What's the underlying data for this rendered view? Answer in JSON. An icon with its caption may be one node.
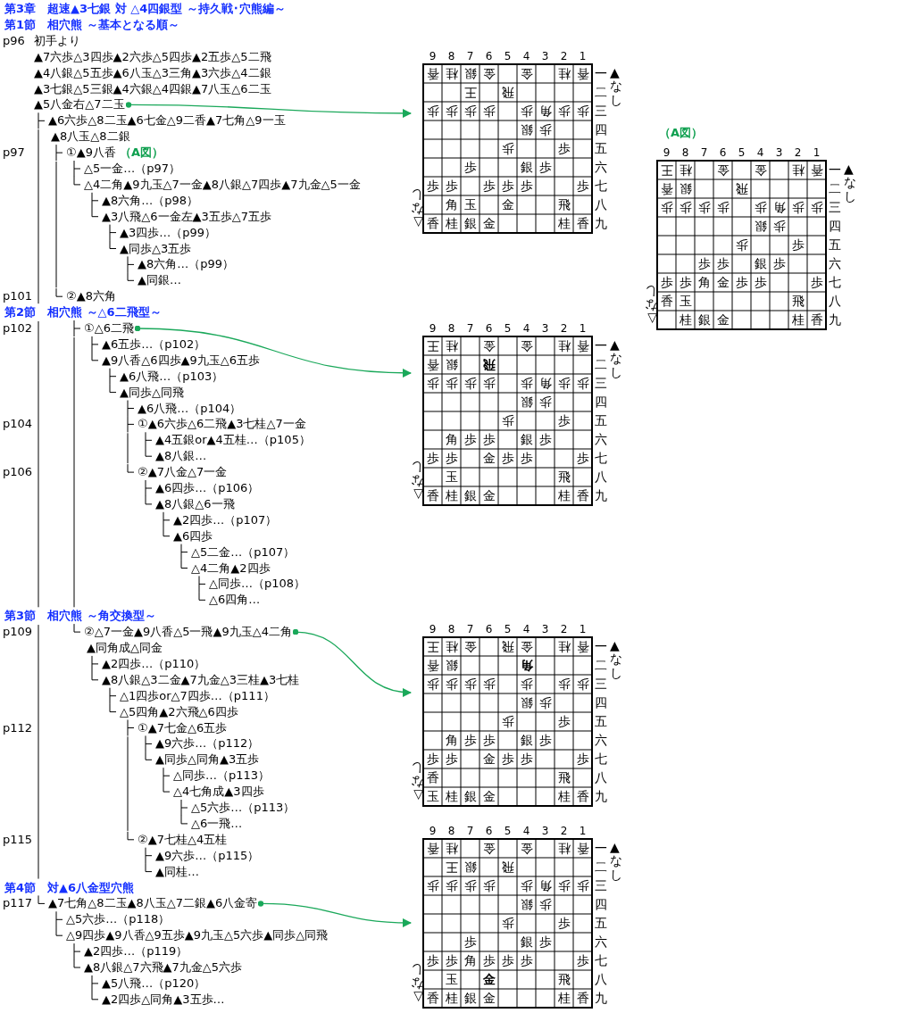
{
  "diagram": {
    "title": "第3章　超速▲3七銀 対 △4四銀型 ～持久戦･穴熊編～",
    "nodes": [
      {
        "text": [
          "▲5八金右△7二玉"
        ]
      },
      {
        "text": [
          "香桂銀金　金　桂香",
          "　　王　飛　　　　",
          "歩歩歩歩　歩角歩歩",
          "　　　　　銀歩　　",
          "　　　　歩　　歩　",
          "　　歩　　銀歩　　",
          "歩歩　歩歩歩　　歩",
          "　角玉　金　　飛　",
          "香桂銀金　　　桂香"
        ],
        "beside": [
          "9",
          "8",
          "7",
          "6",
          "5",
          "4",
          "3",
          "2",
          "1",
          "一",
          "二",
          "三",
          "四",
          "五",
          "六",
          "七",
          "八",
          "九",
          "▲なし",
          "△なし"
        ]
      },
      {
        "text": [
          "王桂　金　金　桂香",
          "香銀　　飛　　　　",
          "歩歩歩歩　歩角歩歩",
          "　　　　　銀歩　　",
          "　　　　歩　　歩　",
          "　　歩歩　銀歩　　",
          "歩歩角金歩歩　　歩",
          "香玉　　　　　飛　",
          "　桂銀金　　　桂香"
        ],
        "beside": [
          "9",
          "8",
          "7",
          "6",
          "5",
          "4",
          "3",
          "2",
          "1",
          "一",
          "二",
          "三",
          "四",
          "五",
          "六",
          "七",
          "八",
          "九",
          "▲なし",
          "△なし",
          "（A図）"
        ]
      },
      {
        "text": [
          "①△6二飛"
        ]
      },
      {
        "text": [
          "王桂　金　金　桂香",
          "香銀　**飛**　　　　　",
          "歩歩歩歩　歩角歩歩",
          "　　　　　銀歩　　",
          "　　　　歩　　歩　",
          "　角歩歩　銀歩　　",
          "歩歩　金歩歩　　歩",
          "　玉　　　　　飛　",
          "香桂銀金　　　桂香"
        ],
        "beside": [
          "9",
          "8",
          "7",
          "6",
          "5",
          "4",
          "3",
          "2",
          "1",
          "一",
          "二",
          "三",
          "四",
          "五",
          "六",
          "七",
          "八",
          "九",
          "▲なし",
          "△なし"
        ]
      },
      {
        "text": [
          "②△7一金▲9八香△5一飛▲9九玉△4二角"
        ]
      },
      {
        "text": [
          "王桂金　飛金　桂香",
          "香銀　　　**角**　　　",
          "歩歩歩歩　歩　歩歩",
          "　　　　　銀歩　　",
          "　　　　歩　　歩　",
          "　角歩歩　銀歩　　",
          "歩歩　金歩歩　　歩",
          "香　　　　　　飛　",
          "玉桂銀金　　　桂香"
        ],
        "beside": [
          "9",
          "8",
          "7",
          "6",
          "5",
          "4",
          "3",
          "2",
          "1",
          "一",
          "二",
          "三",
          "四",
          "五",
          "六",
          "七",
          "八",
          "九",
          "▲なし",
          "△なし"
        ]
      },
      {
        "text": [
          "▲7七角△8二玉▲8八玉△7二銀▲6八金寄"
        ]
      },
      {
        "text": [
          "香桂　金　金　桂香",
          "　王銀　飛　　　　",
          "歩歩歩歩　歩角歩歩",
          "　　　　　銀歩　　",
          "　　　　歩　　歩　",
          "　　歩　　銀歩　　",
          "歩歩角歩歩歩　　歩",
          "　玉　**金**　　　飛　",
          "香桂銀金　　　桂香"
        ],
        "beside": [
          "9",
          "8",
          "7",
          "6",
          "5",
          "4",
          "3",
          "2",
          "1",
          "一",
          "二",
          "三",
          "四",
          "五",
          "六",
          "七",
          "八",
          "九",
          "▲なし",
          "△なし"
        ]
      }
    ],
    "edges": [
      {
        "from": 0,
        "to": 1,
        "arrow": "to"
      },
      {
        "from": 3,
        "to": 4,
        "arrow": "to"
      },
      {
        "from": 5,
        "to": 6,
        "arrow": "to"
      },
      {
        "from": 7,
        "to": 8,
        "arrow": "to"
      }
    ],
    "labels": [
      "第1節　相穴熊 ～基本となる順～",
      "p96",
      "初手より",
      "▲7六歩△3四歩▲2六歩△5四歩▲2五歩△5二飛",
      "▲4八銀△5五歩▲6八玉△3三角▲3六歩△4二銀",
      "▲3七銀△5三銀▲4六銀△4四銀▲7八玉△6二玉",
      "▲6六歩△8二玉▲6七金△9二香▲7七角△9一玉",
      "▲8八玉△8二銀",
      "p97",
      "①▲9八香",
      "（A図）",
      "△5一金…（p97）",
      "△4二角▲9九玉△7一金▲8八銀△7四歩▲7九金△5一金",
      "▲8六角…（p98）",
      "▲3八飛△6一金左▲3五歩△7五歩",
      "▲3四歩…（p99）",
      "▲同歩△3五歩",
      "▲8六角…（p99）",
      "▲同銀…",
      "p101",
      "②▲8六角",
      "第2節　相穴熊 ～△6二飛型～",
      "p102",
      "▲6五歩…（p102）",
      "▲9八香△6四歩▲9九玉△6五歩",
      "▲6八飛…（p103）",
      "▲同歩△同飛",
      "▲6八飛…（p104）",
      "p104",
      "①▲6六歩△6二飛▲3七桂△7一金",
      "▲4五銀or▲4五桂…（p105）",
      "▲8八銀…",
      "p106",
      "②▲7八金△7一金",
      "▲6四歩…（p106）",
      "▲8八銀△6一飛",
      "▲2四歩…（p107）",
      "▲6四歩",
      "△5二金…（p107）",
      "△4二角▲2四歩",
      "△同歩…（p108）",
      "△6四角…",
      "第3節　相穴熊 ～角交換型～",
      "p109",
      "▲同角成△同金",
      "▲2四歩…（p110）",
      "▲8八銀△3二金▲7九金△3三桂▲3七桂",
      "△1四歩or△7四歩…（p111）",
      "△5四角▲2六飛△6四歩",
      "p112",
      "①▲7七金△6五歩",
      "▲9六歩…（p112）",
      "▲同歩△同角▲3五歩",
      "△同歩…（p113）",
      "△4七角成▲3四歩",
      "△5六歩…（p113）",
      "△6一飛…",
      "p115",
      "②▲7七桂△4五桂",
      "▲9六歩…（p115）",
      "▲同桂…",
      "第4節　対▲6八金型穴熊",
      "p117",
      "△5六歩…（p118）",
      "△9四歩▲9八香△9五歩▲9九玉△5六歩▲同歩△同飛",
      "▲2四歩…（p119）",
      "▲8八銀△7六飛▲7九金△5六歩",
      "▲5八飛…（p120）",
      "▲2四歩△同角▲3五歩…"
    ]
  }
}
